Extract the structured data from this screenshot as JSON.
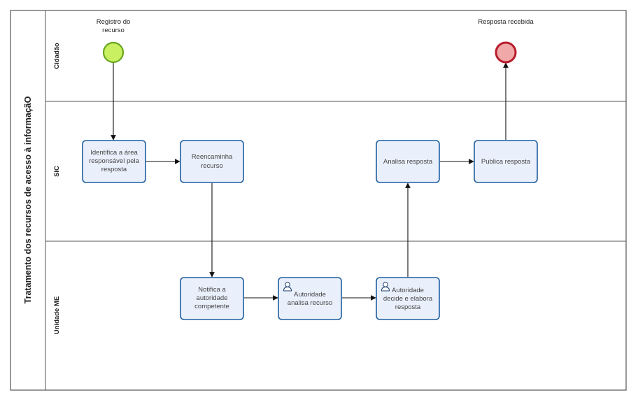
{
  "pool": {
    "title": "Tratamento dos recursos de acesso à informaçãO"
  },
  "lanes": [
    {
      "id": "cidadao",
      "label": "Cidadão"
    },
    {
      "id": "sic",
      "label": "SIC"
    },
    {
      "id": "unidade",
      "label": "Unidade ME"
    }
  ],
  "events": {
    "start": {
      "label_lines": [
        "Registro do",
        "recurso"
      ],
      "type": "start",
      "color": "#c8f060",
      "stroke": "#6aa820"
    },
    "end": {
      "label_lines": [
        "Resposta recebida"
      ],
      "type": "end",
      "color": "#f0a8a8",
      "stroke": "#b81c2c"
    }
  },
  "tasks": {
    "identifica": {
      "lines": [
        "Identifica a área",
        "responsável pela",
        "resposta"
      ],
      "user_task": false
    },
    "reencaminha": {
      "lines": [
        "Reencaminha",
        "recurso"
      ],
      "user_task": false
    },
    "notifica": {
      "lines": [
        "Notifica a",
        "autoridade",
        "competente"
      ],
      "user_task": false
    },
    "autoridade_analisa": {
      "lines": [
        "Autoridade",
        "analisa recurso"
      ],
      "user_task": true
    },
    "autoridade_decide": {
      "lines": [
        "Autoridade",
        "decide e elabora",
        "resposta"
      ],
      "user_task": true
    },
    "analisa_resposta": {
      "lines": [
        "Analisa resposta"
      ],
      "user_task": false
    },
    "publica_resposta": {
      "lines": [
        "Publica resposta"
      ],
      "user_task": false
    }
  },
  "flows": [
    [
      "start",
      "identifica"
    ],
    [
      "identifica",
      "reencaminha"
    ],
    [
      "reencaminha",
      "notifica"
    ],
    [
      "notifica",
      "autoridade_analisa"
    ],
    [
      "autoridade_analisa",
      "autoridade_decide"
    ],
    [
      "autoridade_decide",
      "analisa_resposta"
    ],
    [
      "analisa_resposta",
      "publica_resposta"
    ],
    [
      "publica_resposta",
      "end"
    ]
  ]
}
